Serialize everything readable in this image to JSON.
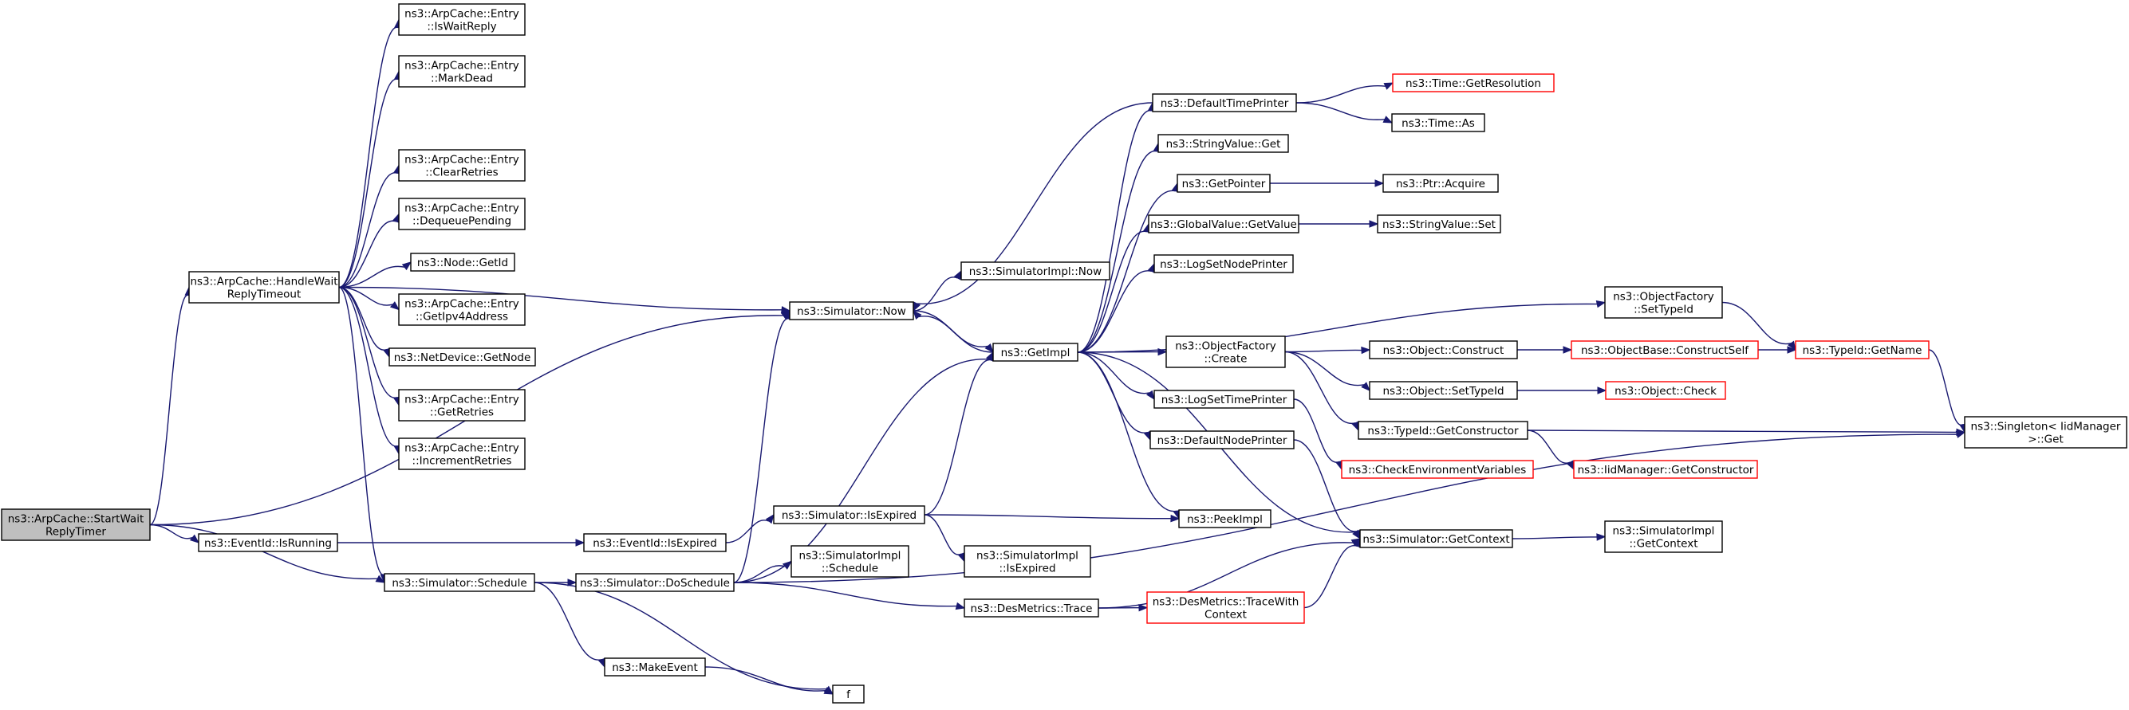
{
  "graph": {
    "nodes": [
      {
        "id": "start",
        "lines": [
          "ns3::ArpCache::StartWait",
          "ReplyTimer"
        ],
        "root": true
      },
      {
        "id": "handle",
        "lines": [
          "ns3::ArpCache::HandleWait",
          "ReplyTimeout"
        ]
      },
      {
        "id": "isrunning",
        "lines": [
          "ns3::EventId::IsRunning"
        ]
      },
      {
        "id": "schedule",
        "lines": [
          "ns3::Simulator::Schedule"
        ]
      },
      {
        "id": "iswaitreply",
        "lines": [
          "ns3::ArpCache::Entry",
          "::IsWaitReply"
        ]
      },
      {
        "id": "markdead",
        "lines": [
          "ns3::ArpCache::Entry",
          "::MarkDead"
        ]
      },
      {
        "id": "clearretries",
        "lines": [
          "ns3::ArpCache::Entry",
          "::ClearRetries"
        ]
      },
      {
        "id": "dequeue",
        "lines": [
          "ns3::ArpCache::Entry",
          "::DequeuePending"
        ]
      },
      {
        "id": "nodegetid",
        "lines": [
          "ns3::Node::GetId"
        ]
      },
      {
        "id": "getipv4",
        "lines": [
          "ns3::ArpCache::Entry",
          "::GetIpv4Address"
        ]
      },
      {
        "id": "getnode",
        "lines": [
          "ns3::NetDevice::GetNode"
        ]
      },
      {
        "id": "getretries",
        "lines": [
          "ns3::ArpCache::Entry",
          "::GetRetries"
        ]
      },
      {
        "id": "incretries",
        "lines": [
          "ns3::ArpCache::Entry",
          "::IncrementRetries"
        ]
      },
      {
        "id": "simnow",
        "lines": [
          "ns3::Simulator::Now"
        ]
      },
      {
        "id": "isexpired",
        "lines": [
          "ns3::EventId::IsExpired"
        ]
      },
      {
        "id": "doschedule",
        "lines": [
          "ns3::Simulator::DoSchedule"
        ]
      },
      {
        "id": "makeevent",
        "lines": [
          "ns3::MakeEvent"
        ]
      },
      {
        "id": "f",
        "lines": [
          "f"
        ]
      },
      {
        "id": "simimplnow",
        "lines": [
          "ns3::SimulatorImpl::Now"
        ]
      },
      {
        "id": "getimpl",
        "lines": [
          "ns3::GetImpl"
        ]
      },
      {
        "id": "simisexpired",
        "lines": [
          "ns3::Simulator::IsExpired"
        ]
      },
      {
        "id": "simimplschedule",
        "lines": [
          "ns3::SimulatorImpl",
          "::Schedule"
        ]
      },
      {
        "id": "simimplisexpired",
        "lines": [
          "ns3::SimulatorImpl",
          "::IsExpired"
        ]
      },
      {
        "id": "desmetricstrace",
        "lines": [
          "ns3::DesMetrics::Trace"
        ]
      },
      {
        "id": "defaulttimeprinter",
        "lines": [
          "ns3::DefaultTimePrinter"
        ]
      },
      {
        "id": "stringvalueget",
        "lines": [
          "ns3::StringValue::Get"
        ]
      },
      {
        "id": "getpointer",
        "lines": [
          "ns3::GetPointer"
        ]
      },
      {
        "id": "globalvalueget",
        "lines": [
          "ns3::GlobalValue::GetValue"
        ]
      },
      {
        "id": "logsetnodeprinter",
        "lines": [
          "ns3::LogSetNodePrinter"
        ]
      },
      {
        "id": "objfactcreate",
        "lines": [
          "ns3::ObjectFactory",
          "::Create"
        ]
      },
      {
        "id": "logsettimeprinter",
        "lines": [
          "ns3::LogSetTimePrinter"
        ]
      },
      {
        "id": "defaultnodeprinter",
        "lines": [
          "ns3::DefaultNodePrinter"
        ]
      },
      {
        "id": "peekimpl",
        "lines": [
          "ns3::PeekImpl"
        ]
      },
      {
        "id": "tracewithctx",
        "lines": [
          "ns3::DesMetrics::TraceWith",
          "Context"
        ],
        "truncated": true
      },
      {
        "id": "getresolution",
        "lines": [
          "ns3::Time::GetResolution"
        ],
        "truncated": true
      },
      {
        "id": "timeas",
        "lines": [
          "ns3::Time::As"
        ]
      },
      {
        "id": "ptracquire",
        "lines": [
          "ns3::Ptr::Acquire"
        ]
      },
      {
        "id": "stringvalueset",
        "lines": [
          "ns3::StringValue::Set"
        ]
      },
      {
        "id": "objconstruct",
        "lines": [
          "ns3::Object::Construct"
        ]
      },
      {
        "id": "objsettypeid",
        "lines": [
          "ns3::Object::SetTypeId"
        ]
      },
      {
        "id": "typeidgetctor",
        "lines": [
          "ns3::TypeId::GetConstructor"
        ]
      },
      {
        "id": "checkenv",
        "lines": [
          "ns3::CheckEnvironmentVariables"
        ],
        "truncated": true
      },
      {
        "id": "simgetctx",
        "lines": [
          "ns3::Simulator::GetContext"
        ]
      },
      {
        "id": "objfactsettypeid",
        "lines": [
          "ns3::ObjectFactory",
          "::SetTypeId"
        ]
      },
      {
        "id": "objbaseconstruct",
        "lines": [
          "ns3::ObjectBase::ConstructSelf"
        ],
        "truncated": true
      },
      {
        "id": "objcheck",
        "lines": [
          "ns3::Object::Check"
        ],
        "truncated": true
      },
      {
        "id": "iidgetctor",
        "lines": [
          "ns3::IidManager::GetConstructor"
        ],
        "truncated": true
      },
      {
        "id": "simimplgetctx",
        "lines": [
          "ns3::SimulatorImpl",
          "::GetContext"
        ]
      },
      {
        "id": "typeidgetname",
        "lines": [
          "ns3::TypeId::GetName"
        ],
        "truncated": true
      },
      {
        "id": "singletonget",
        "lines": [
          "ns3::Singleton< IidManager",
          " >::Get"
        ]
      }
    ],
    "edges": [
      [
        "start",
        "handle"
      ],
      [
        "start",
        "simnow"
      ],
      [
        "start",
        "isrunning"
      ],
      [
        "start",
        "schedule"
      ],
      [
        "handle",
        "iswaitreply"
      ],
      [
        "handle",
        "markdead"
      ],
      [
        "handle",
        "simnow"
      ],
      [
        "handle",
        "clearretries"
      ],
      [
        "handle",
        "dequeue"
      ],
      [
        "handle",
        "nodegetid"
      ],
      [
        "handle",
        "getipv4"
      ],
      [
        "handle",
        "getnode"
      ],
      [
        "handle",
        "getretries"
      ],
      [
        "handle",
        "incretries"
      ],
      [
        "handle",
        "schedule"
      ],
      [
        "isrunning",
        "isexpired"
      ],
      [
        "schedule",
        "doschedule"
      ],
      [
        "schedule",
        "makeevent"
      ],
      [
        "schedule",
        "f"
      ],
      [
        "makeevent",
        "f"
      ],
      [
        "simnow",
        "simimplnow"
      ],
      [
        "simnow",
        "getimpl"
      ],
      [
        "isexpired",
        "simisexpired"
      ],
      [
        "doschedule",
        "simnow"
      ],
      [
        "doschedule",
        "getimpl"
      ],
      [
        "doschedule",
        "simimplschedule"
      ],
      [
        "doschedule",
        "desmetricstrace"
      ],
      [
        "doschedule",
        "singletonget"
      ],
      [
        "simisexpired",
        "getimpl"
      ],
      [
        "simisexpired",
        "simimplisexpired"
      ],
      [
        "simisexpired",
        "peekimpl"
      ],
      [
        "getimpl",
        "simnow"
      ],
      [
        "getimpl",
        "defaulttimeprinter"
      ],
      [
        "getimpl",
        "stringvalueget"
      ],
      [
        "getimpl",
        "getpointer"
      ],
      [
        "getimpl",
        "globalvalueget"
      ],
      [
        "getimpl",
        "logsetnodeprinter"
      ],
      [
        "getimpl",
        "objfactsettypeid"
      ],
      [
        "getimpl",
        "objfactcreate"
      ],
      [
        "getimpl",
        "logsettimeprinter"
      ],
      [
        "getimpl",
        "defaultnodeprinter"
      ],
      [
        "getimpl",
        "peekimpl"
      ],
      [
        "getimpl",
        "simgetctx"
      ],
      [
        "defaulttimeprinter",
        "simnow"
      ],
      [
        "defaulttimeprinter",
        "getresolution"
      ],
      [
        "defaulttimeprinter",
        "timeas"
      ],
      [
        "getpointer",
        "ptracquire"
      ],
      [
        "globalvalueget",
        "stringvalueset"
      ],
      [
        "objfactcreate",
        "objconstruct"
      ],
      [
        "objfactcreate",
        "objsettypeid"
      ],
      [
        "objfactcreate",
        "typeidgetctor"
      ],
      [
        "logsettimeprinter",
        "checkenv"
      ],
      [
        "defaultnodeprinter",
        "simgetctx"
      ],
      [
        "desmetricstrace",
        "tracewithctx"
      ],
      [
        "desmetricstrace",
        "simgetctx"
      ],
      [
        "tracewithctx",
        "simgetctx"
      ],
      [
        "simgetctx",
        "simimplgetctx"
      ],
      [
        "objconstruct",
        "objbaseconstruct"
      ],
      [
        "objsettypeid",
        "objcheck"
      ],
      [
        "typeidgetctor",
        "iidgetctor"
      ],
      [
        "typeidgetctor",
        "singletonget"
      ],
      [
        "objfactsettypeid",
        "typeidgetname"
      ],
      [
        "objbaseconstruct",
        "typeidgetname"
      ],
      [
        "typeidgetname",
        "singletonget"
      ]
    ]
  }
}
